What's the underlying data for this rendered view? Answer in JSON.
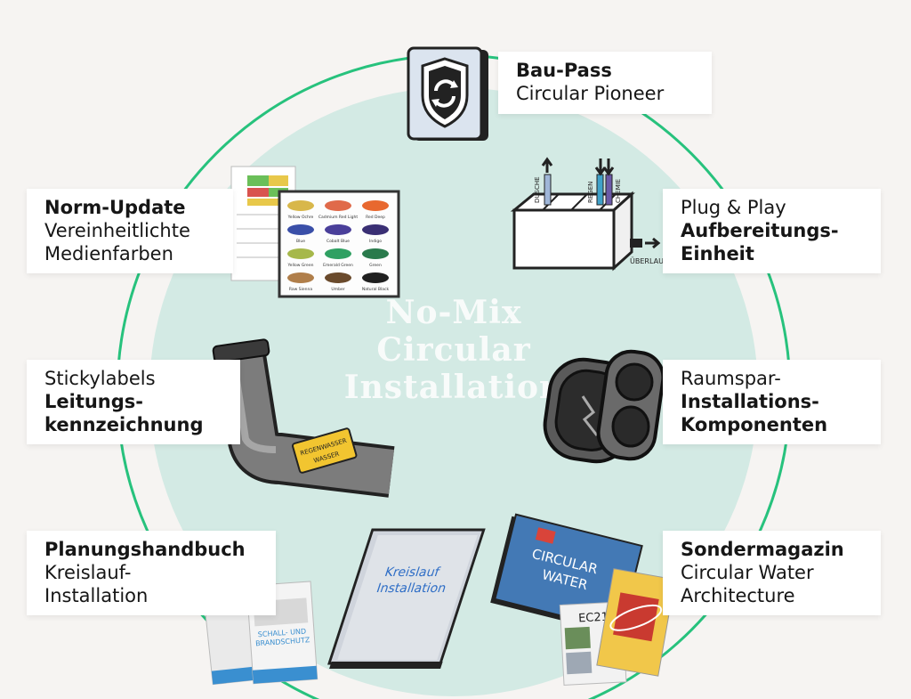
{
  "center_title": [
    "No-Mix",
    "Circular",
    "Installation"
  ],
  "labels": {
    "bau_pass": {
      "line1": "Bau-Pass",
      "line2": "Circular Pioneer"
    },
    "norm_update": {
      "line1": "Norm-Update",
      "line2": "Vereinheitlichte",
      "line3": "Medienfarben"
    },
    "plug_play": {
      "line1": "Plug & Play",
      "line2": "Aufbereitungs-",
      "line3": "Einheit"
    },
    "sticky": {
      "line1": "Stickylabels",
      "line2": "Leitungs-",
      "line3": "kennzeichnung"
    },
    "raumspar": {
      "line1": "Raumspar-",
      "line2": "Installations-",
      "line3": "Komponenten"
    },
    "planung": {
      "line1": "Planungshandbuch",
      "line2": "Kreislauf-",
      "line3": "Installation"
    },
    "sonder": {
      "line1": "Sondermagazin",
      "line2": "Circular Water",
      "line3": "Architecture"
    }
  },
  "illustration_text": {
    "unit_tags": [
      "DUSCHE",
      "REGEN",
      "CHEMIE",
      "ÜBERLAUF"
    ],
    "swatches": [
      "Yellow Ochre",
      "Cadmium Red Light",
      "Red Deep",
      "Blue",
      "Cobalt Blue",
      "Indigo",
      "Yellow Green",
      "Emerald Green",
      "Green",
      "Raw Sienna",
      "Umber",
      "Natural Black"
    ],
    "pipe_tag": [
      "REGENWASSER",
      "WASSER"
    ],
    "handbook_cover": [
      "Kreislauf",
      "Installation"
    ],
    "magazine_cover": [
      "CIRCULAR",
      "WATER"
    ],
    "leaflet_small": [
      "SCHALL- UND",
      "BRANDSCHUTZ"
    ],
    "leaflet_news": "EC21"
  },
  "colors": {
    "background": "#f6f4f2",
    "circle_fill": "#d3eae4",
    "ring": "#27c27d",
    "label_bg": "#ffffff",
    "text": "#161616"
  }
}
